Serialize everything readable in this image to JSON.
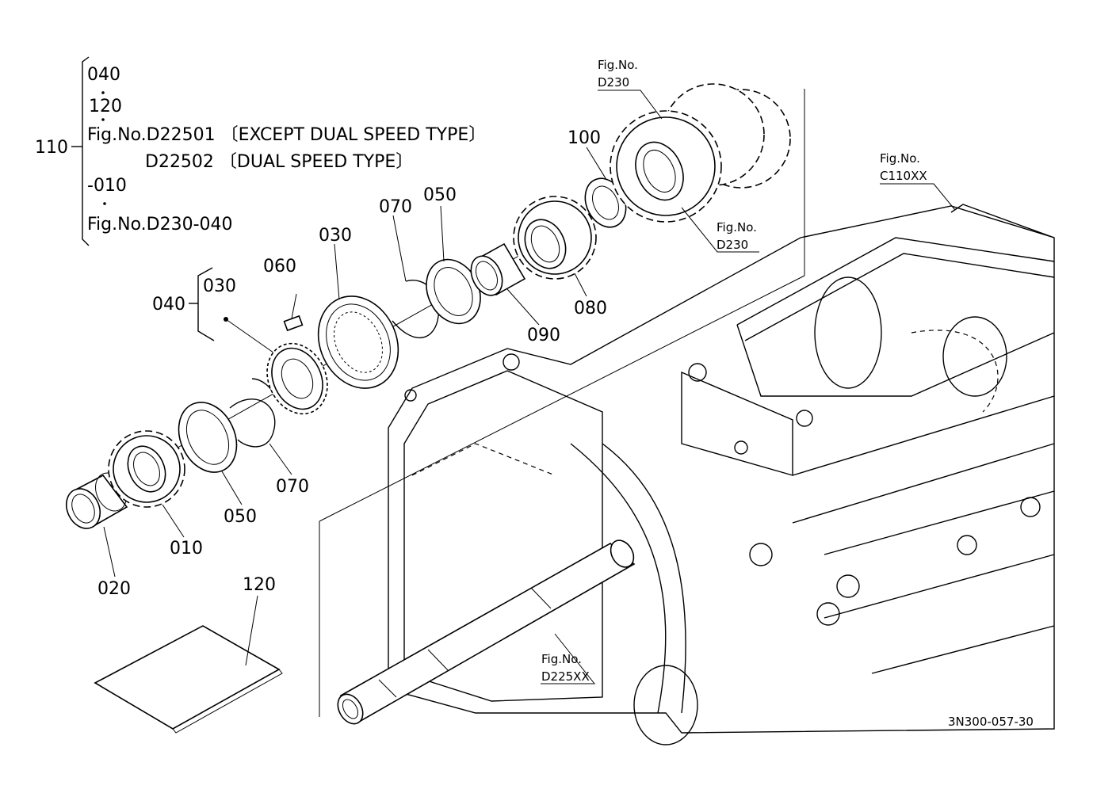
{
  "group_note": {
    "item_number": "110",
    "lines": [
      "040",
      "120",
      "Fig.No.D22501 〔EXCEPT DUAL SPEED TYPE〕",
      "D22502 〔DUAL SPEED TYPE〕",
      "-010",
      "Fig.No.D230-040"
    ]
  },
  "sub_group_note": {
    "item_number": "040",
    "lines": [
      "030"
    ]
  },
  "part_labels": {
    "p010": "010",
    "p020": "020",
    "p030": "030",
    "p050_upper": "050",
    "p050_lower": "050",
    "p060": "060",
    "p070_upper": "070",
    "p070_lower": "070",
    "p080": "080",
    "p090": "090",
    "p100": "100",
    "p120": "120"
  },
  "references": {
    "d230_top": {
      "line1": "Fig.No.",
      "line2": "D230"
    },
    "d230_side": {
      "line1": "Fig.No.",
      "line2": "D230"
    },
    "c110xx": {
      "line1": "Fig.No.",
      "line2": "C110XX"
    },
    "d225xx": {
      "line1": "Fig.No.",
      "line2": "D225XX"
    }
  },
  "drawing_code": "3N300-057-30"
}
